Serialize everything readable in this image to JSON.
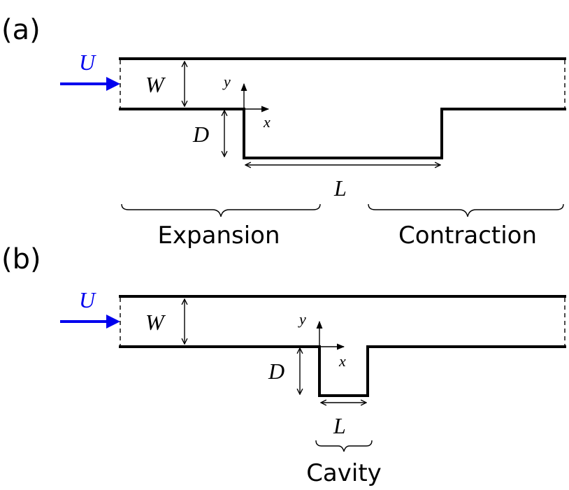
{
  "panel_a": {
    "label": "(a)",
    "inflow_label": "U",
    "width_label": "W",
    "depth_label": "D",
    "length_label": "L",
    "x_axis_label": "x",
    "y_axis_label": "y",
    "expansion_label": "Expansion",
    "contraction_label": "Contraction"
  },
  "panel_b": {
    "label": "(b)",
    "inflow_label": "U",
    "width_label": "W",
    "depth_label": "D",
    "length_label": "L",
    "x_axis_label": "x",
    "y_axis_label": "y",
    "cavity_label": "Cavity"
  },
  "colors": {
    "inflow_arrow": "#0000ee",
    "walls": "#000000"
  }
}
